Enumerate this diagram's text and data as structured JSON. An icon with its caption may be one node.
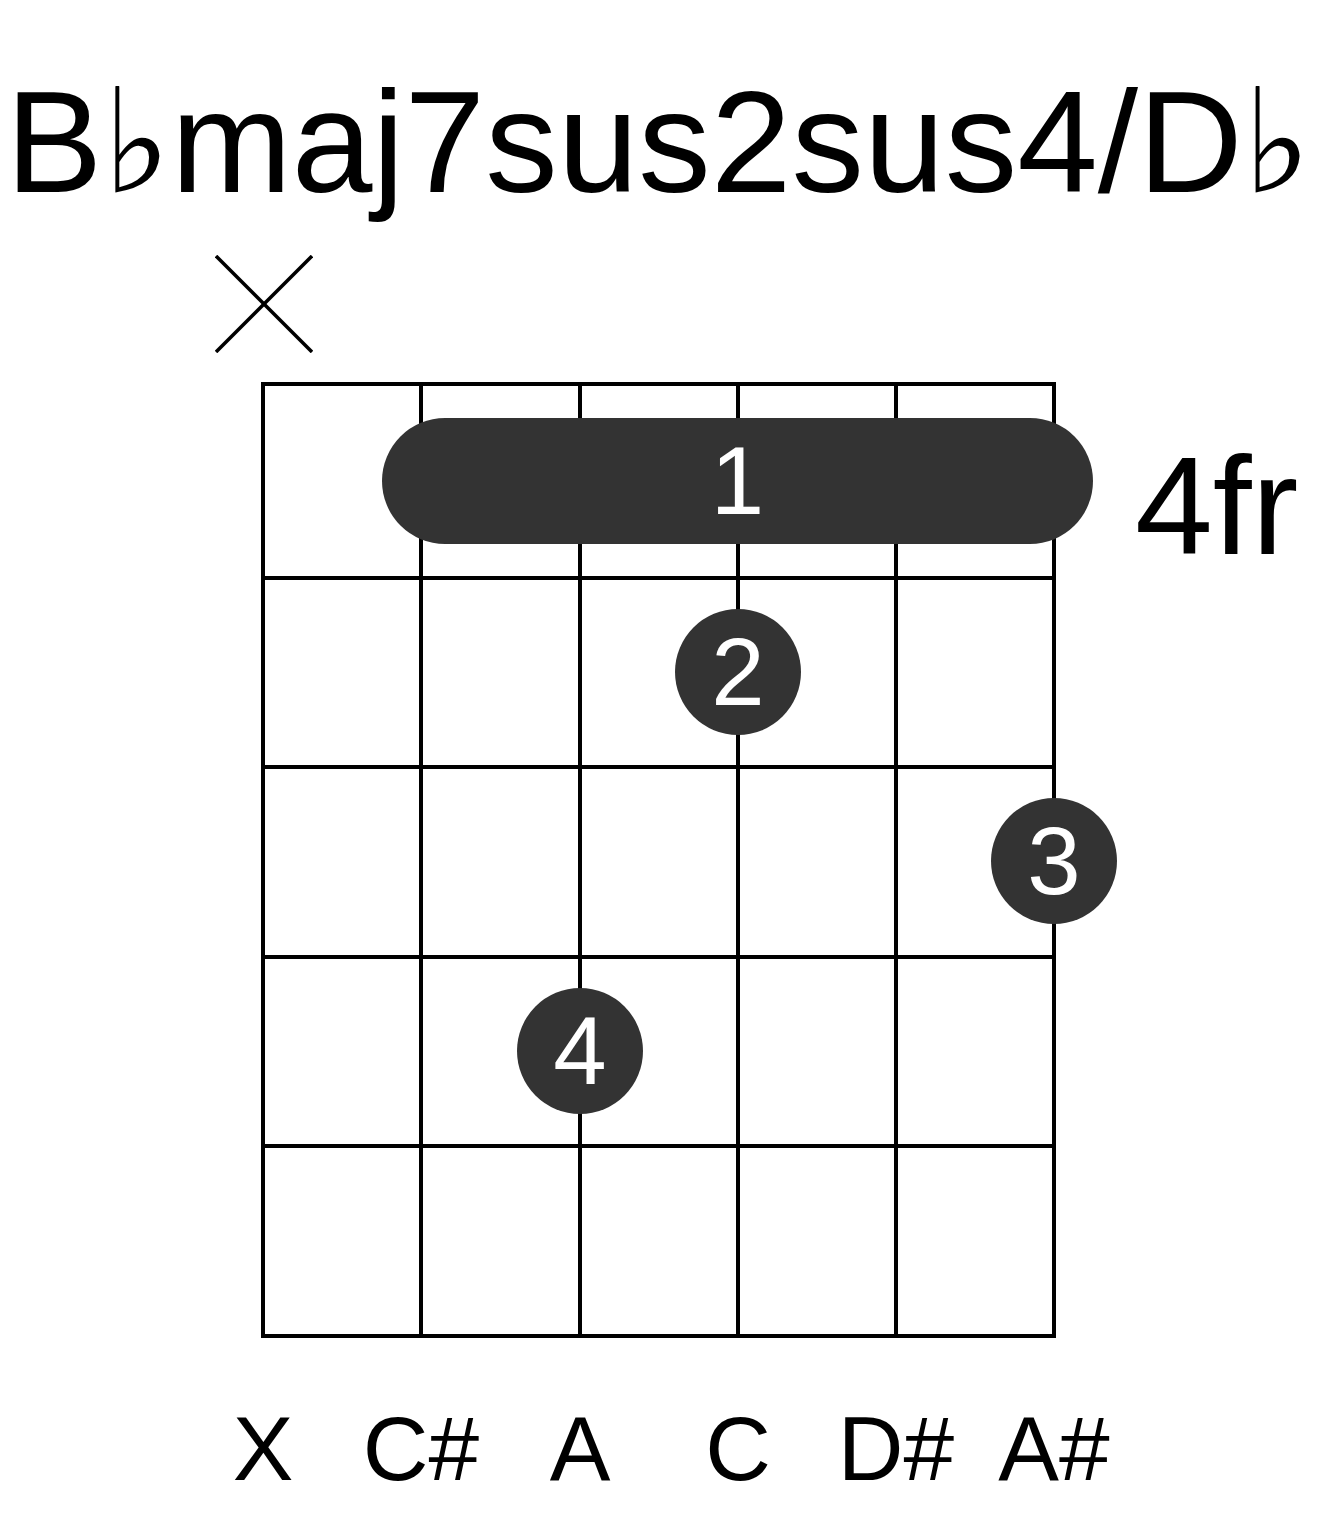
{
  "diagram": {
    "title": "B♭maj7sus2sus4/D♭",
    "nodes": [
      {
        "text": [
          "1"
        ]
      },
      {
        "text": [
          "2"
        ]
      },
      {
        "text": [
          "3"
        ]
      },
      {
        "text": [
          "4"
        ]
      }
    ],
    "labels": [
      "4fr",
      "X",
      "C#",
      "A",
      "C",
      "D#",
      "A#"
    ]
  }
}
